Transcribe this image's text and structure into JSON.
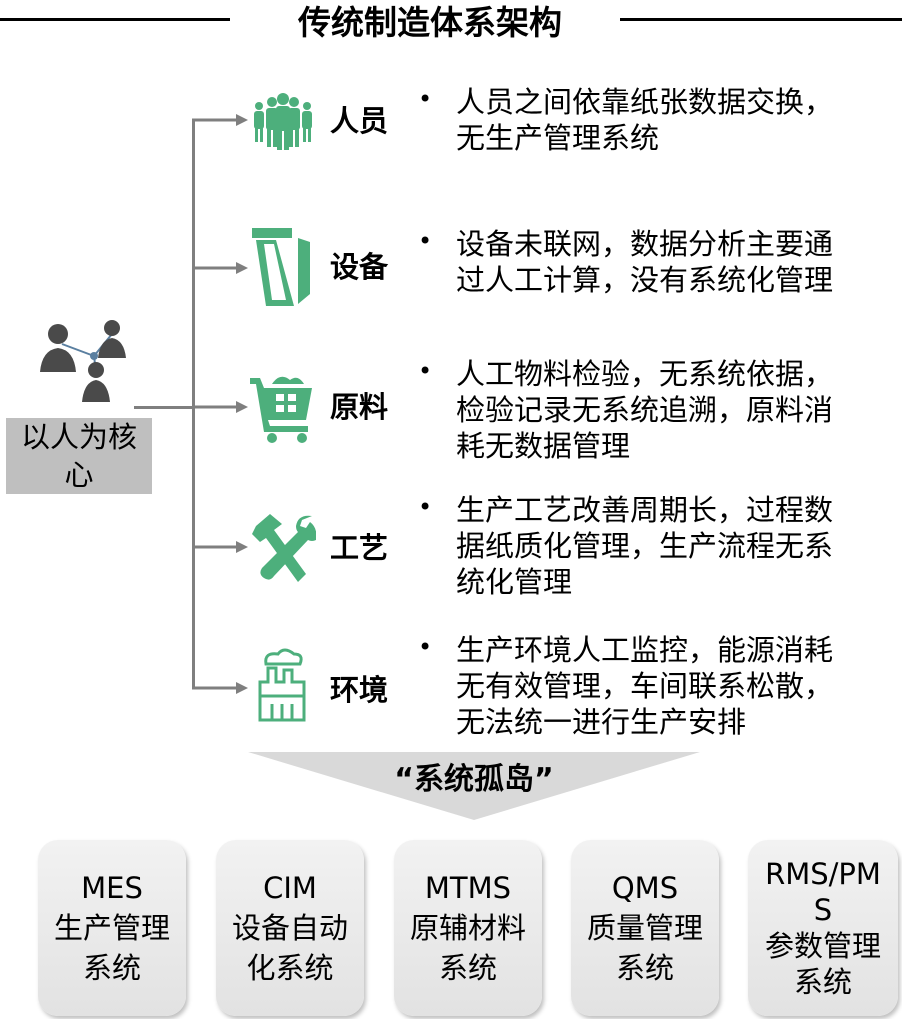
{
  "title": "传统制造体系架构",
  "core": {
    "label_line1": "以人为核",
    "label_line2": "心",
    "icon": "people-network-icon"
  },
  "categories": [
    {
      "label": "人员",
      "icon": "people-icon",
      "bullet": "•",
      "lines": [
        "人员之间依靠纸张数据交换，",
        "无生产管理系统"
      ]
    },
    {
      "label": "设备",
      "icon": "machine-icon",
      "bullet": "•",
      "lines": [
        "设备未联网，数据分析主要通",
        "过人工计算，没有系统化管理"
      ]
    },
    {
      "label": "原料",
      "icon": "cart-icon",
      "bullet": "•",
      "lines": [
        "人工物料检验，无系统依据，",
        "检验记录无系统追溯，原料消",
        "耗无数据管理"
      ]
    },
    {
      "label": "工艺",
      "icon": "tools-icon",
      "bullet": "•",
      "lines": [
        "生产工艺改善周期长，过程数",
        "据纸质化管理，生产流程无系",
        "统化管理"
      ]
    },
    {
      "label": "环境",
      "icon": "factory-icon",
      "bullet": "•",
      "lines": [
        "生产环境人工监控，能源消耗",
        "无有效管理，车间联系松散，",
        "无法统一进行生产安排"
      ]
    }
  ],
  "island_label": "“系统孤岛”",
  "systems": [
    {
      "lines": [
        "MES",
        "生产管理",
        "系统"
      ]
    },
    {
      "lines": [
        "CIM",
        "设备自动",
        "化系统"
      ]
    },
    {
      "lines": [
        "MTMS",
        "原辅材料",
        "系统"
      ]
    },
    {
      "lines": [
        "QMS",
        "质量管理",
        "系统"
      ]
    },
    {
      "lines": [
        "RMS/PM",
        "S",
        "参数管理",
        "系统"
      ]
    }
  ],
  "colors": {
    "icon_green": "#4daf7c",
    "connector": "#7f7f7f",
    "core_box": "#bfbfbf",
    "band": "#d9d9d9"
  }
}
